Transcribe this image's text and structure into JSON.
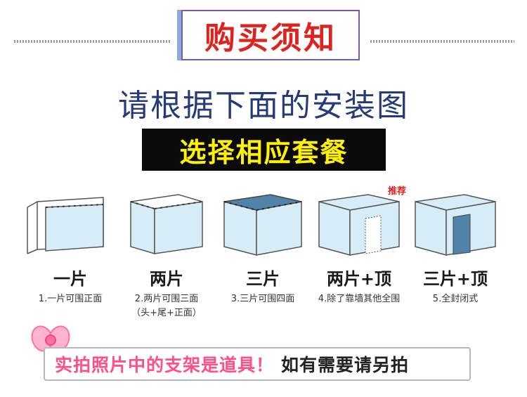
{
  "header": {
    "title": "购买须知"
  },
  "subtitle": "请根据下面的安装图",
  "banner": "选择相应套餐",
  "recommend_tag": "推荐",
  "options": [
    {
      "name": "一片",
      "desc": [
        "1.一片可围正面"
      ]
    },
    {
      "name": "两片",
      "desc": [
        "2.两片可围三面",
        "（头+尾+正面）"
      ]
    },
    {
      "name": "三片",
      "desc": [
        "3.三片可围四面"
      ]
    },
    {
      "name": "两片+顶",
      "desc": [
        "4.除了靠墙其他全围"
      ]
    },
    {
      "name": "三片+顶",
      "desc": [
        "5.全封闭式"
      ]
    }
  ],
  "notice": {
    "part1": "实拍照片中的支架是道具！",
    "part2": "如有需要请另拍"
  },
  "colors": {
    "title_red": "#e0221f",
    "subtitle_navy": "#253a7a",
    "banner_yellow": "#fff200",
    "curtain_blue": "#d6ecf7",
    "notice_pink": "#ff4f86"
  },
  "icons": [
    "bow-icon"
  ]
}
